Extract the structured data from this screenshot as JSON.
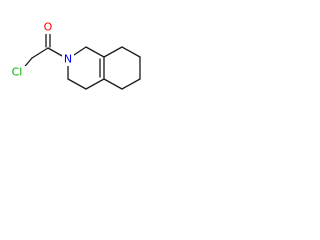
{
  "molecule": {
    "atoms": {
      "oxygen": {
        "symbol": "O",
        "color": "#ff0000"
      },
      "nitrogen": {
        "symbol": "N",
        "color": "#0000ff"
      },
      "chlorine": {
        "symbol": "Cl",
        "color": "#00b000"
      }
    },
    "bond_color": "#1a1a1a"
  }
}
